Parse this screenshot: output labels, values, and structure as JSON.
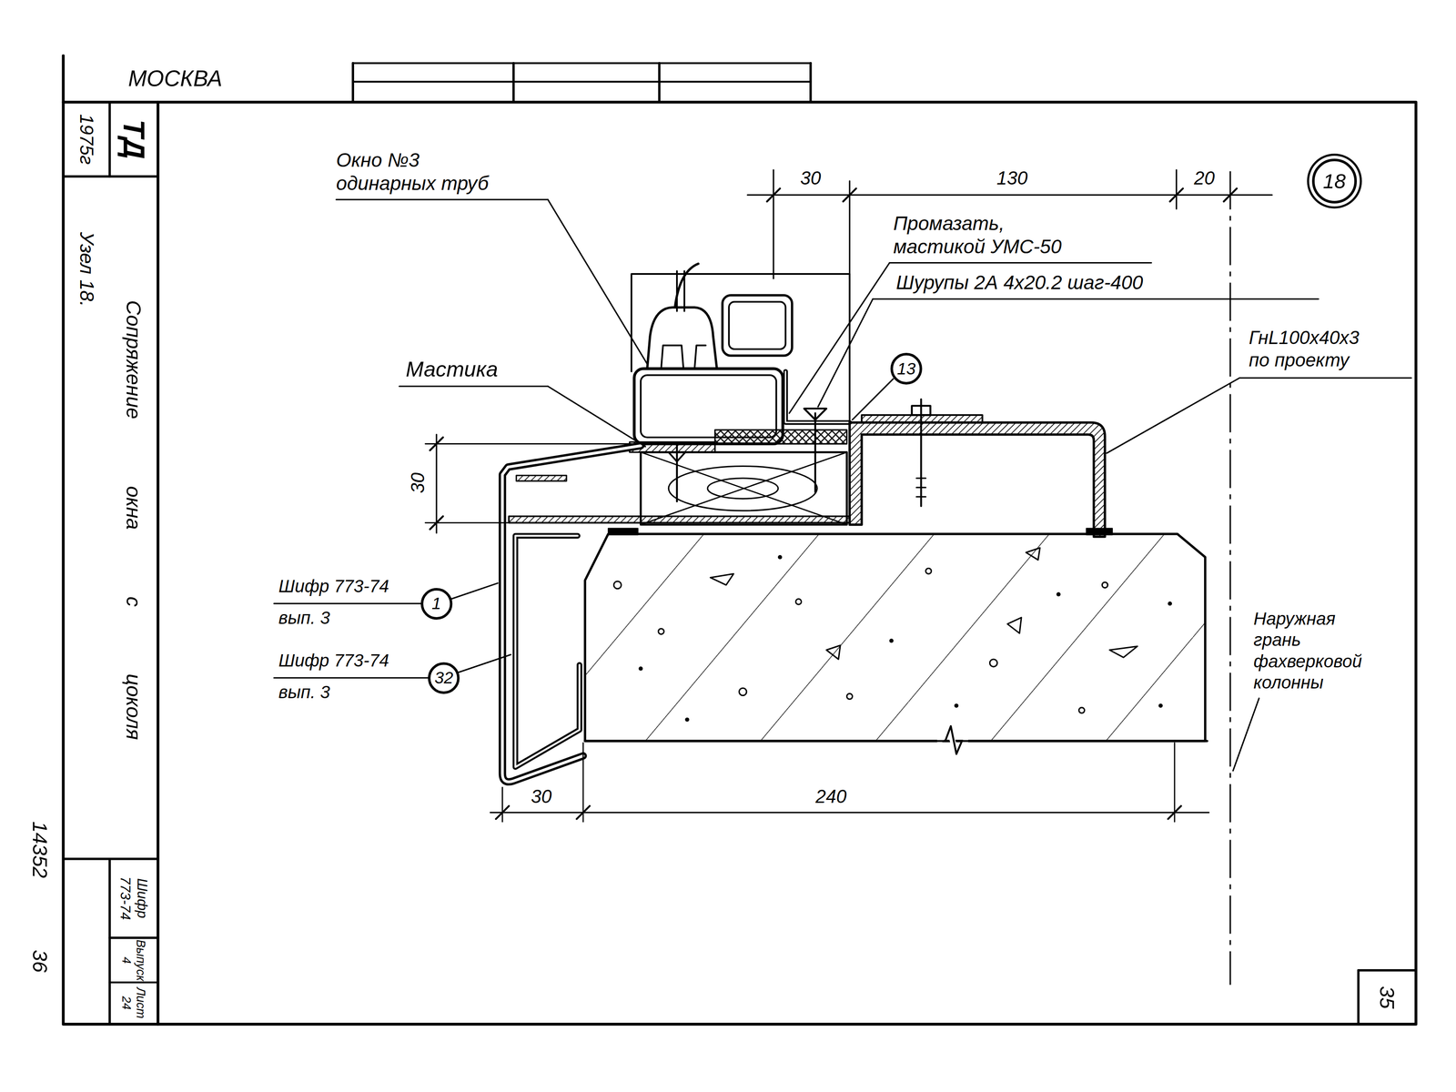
{
  "diagram": {
    "nodes": [
      {
        "text": [
          "18"
        ]
      },
      {
        "text": [
          "13"
        ]
      },
      {
        "text": [
          "1"
        ]
      },
      {
        "text": [
          "32"
        ]
      }
    ],
    "labels": [
      "МОСКВА",
      "1975г",
      "ТД",
      "Сопряжение окна с цоколя",
      "Узел 18.",
      "Шифр 773-74",
      "Выпуск 4",
      "Лист 24",
      "14352",
      "36",
      "35",
      "Окно №3 одинарных труб",
      "Промазать, мастикой УМС-50",
      "Шурупы 2А 4х20.2 шаг-400",
      "ГнL100х40х3 по проекту",
      "Мастика",
      "Шифр 773-74 вып. 3",
      "Шифр 773-74 вып. 3",
      "Наружная грань фахверковой колонны",
      "30",
      "130",
      "20",
      "30",
      "30",
      "240"
    ]
  }
}
